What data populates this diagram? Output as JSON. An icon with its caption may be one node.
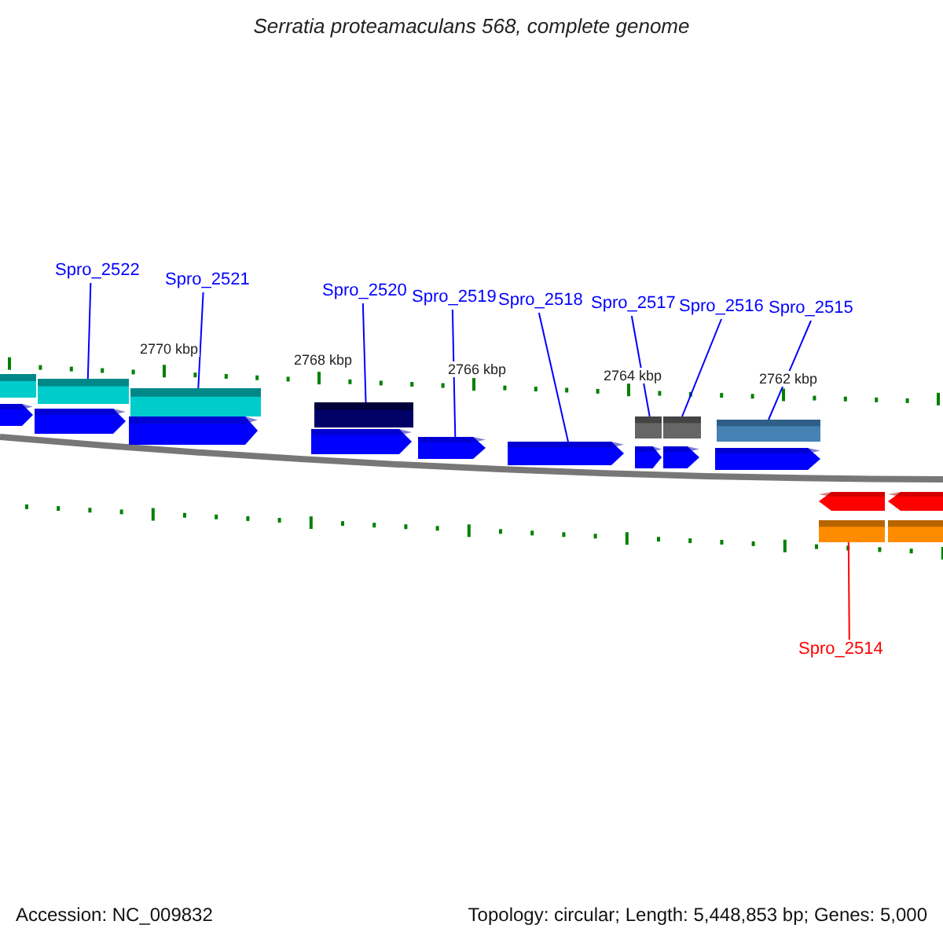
{
  "diagram": {
    "title": "Serratia proteamaculans 568, complete genome",
    "nodes": [
      {
        "text": [
          "Spro_2522"
        ]
      },
      {
        "text": [
          "Spro_2521"
        ]
      },
      {
        "text": [
          "Spro_2520"
        ]
      },
      {
        "text": [
          "Spro_2519"
        ]
      },
      {
        "text": [
          "Spro_2518"
        ]
      },
      {
        "text": [
          "Spro_2517"
        ]
      },
      {
        "text": [
          "Spro_2516"
        ]
      },
      {
        "text": [
          "Spro_2515"
        ]
      },
      {
        "text": [
          "Spro_2514"
        ]
      },
      {
        "text": [],
        "shape": "box"
      },
      {
        "text": [],
        "shape": "box"
      },
      {
        "text": [],
        "shape": "box"
      },
      {
        "text": [],
        "shape": "box"
      },
      {
        "text": [],
        "shape": "box"
      },
      {
        "text": [],
        "shape": "box"
      },
      {
        "text": [],
        "shape": "box"
      },
      {
        "text": [],
        "shape": "arrow"
      },
      {
        "text": [],
        "shape": "arrow"
      },
      {
        "text": [],
        "shape": "arrow"
      },
      {
        "text": [],
        "shape": "arrow"
      },
      {
        "text": [],
        "shape": "arrow"
      },
      {
        "text": [],
        "shape": "arrow"
      },
      {
        "text": [],
        "shape": "arrow"
      },
      {
        "text": [],
        "shape": "arrow"
      },
      {
        "text": [],
        "shape": "arrow"
      },
      {
        "text": [],
        "shape": "arrow"
      },
      {
        "text": [],
        "shape": "arrow"
      },
      {
        "text": [],
        "shape": "box"
      },
      {
        "text": [],
        "shape": "box"
      }
    ],
    "edges": [
      {
        "from": 0,
        "to": 10,
        "arrow": "none"
      },
      {
        "from": 1,
        "to": 11,
        "arrow": "none"
      },
      {
        "from": 2,
        "to": 12,
        "arrow": "none"
      },
      {
        "from": 3,
        "to": 20,
        "arrow": "none"
      },
      {
        "from": 4,
        "to": 21,
        "arrow": "none"
      },
      {
        "from": 5,
        "to": 13,
        "arrow": "none"
      },
      {
        "from": 6,
        "to": 14,
        "arrow": "none"
      },
      {
        "from": 7,
        "to": 15,
        "arrow": "none"
      },
      {
        "from": 8,
        "to": 27,
        "arrow": "none",
        "color": "#ff0000"
      }
    ],
    "labels": [
      "2770 kbp",
      "2768 kbp",
      "2766 kbp",
      "2764 kbp",
      "2762 kbp",
      "Accession: NC_009832",
      "Topology: circular; Length: 5,448,853 bp; Genes: 5,000"
    ]
  }
}
